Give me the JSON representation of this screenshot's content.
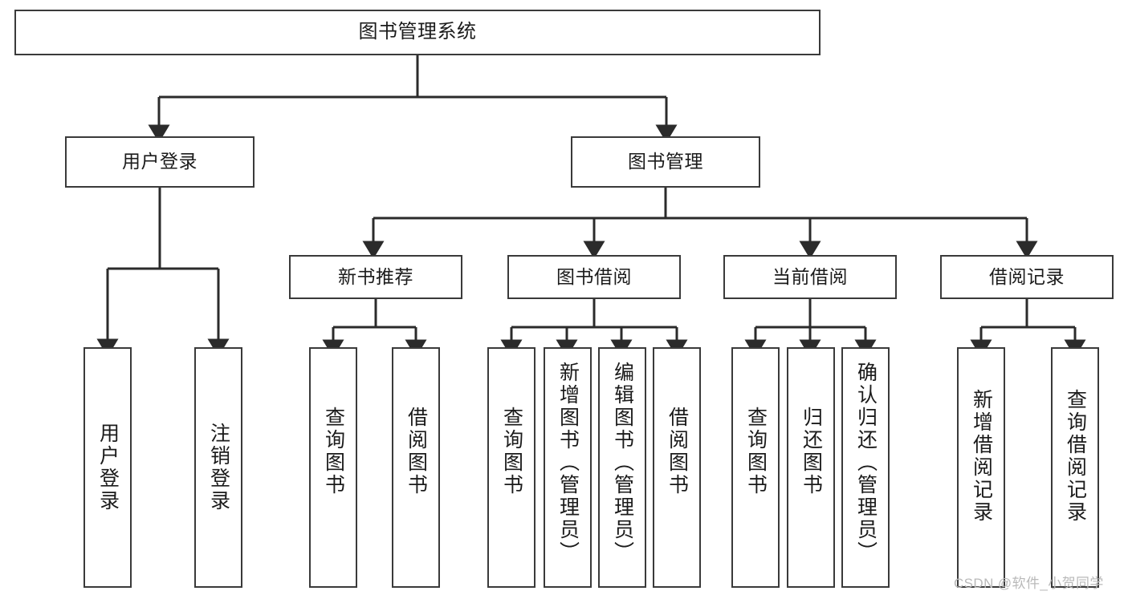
{
  "diagram": {
    "title": "图书管理系统",
    "type": "hierarchy-tree",
    "orientation": "top-down",
    "watermark": "CSDN @软件_小贺同学",
    "colors": {
      "background": "#ffffff",
      "box_border": "#3a3a3a",
      "connector": "#2b2b2b",
      "text": "#1b1b1b",
      "watermark": "#b9b9b9"
    },
    "root": {
      "label": "图书管理系统"
    },
    "level2": [
      {
        "label": "用户登录"
      },
      {
        "label": "图书管理"
      }
    ],
    "level3": [
      {
        "label": "新书推荐"
      },
      {
        "label": "图书借阅"
      },
      {
        "label": "当前借阅"
      },
      {
        "label": "借阅记录"
      }
    ],
    "leaves": {
      "user_login": [
        {
          "label": "用户登录"
        },
        {
          "label": "注销登录"
        }
      ],
      "new_book_recommend": [
        {
          "label": "查询图书"
        },
        {
          "label": "借阅图书"
        }
      ],
      "book_borrow": [
        {
          "label": "查询图书"
        },
        {
          "label": "新增图书（管理员）"
        },
        {
          "label": "编辑图书（管理员）"
        },
        {
          "label": "借阅图书"
        }
      ],
      "current_borrow": [
        {
          "label": "查询图书"
        },
        {
          "label": "归还图书"
        },
        {
          "label": "确认归还（管理员）"
        }
      ],
      "borrow_record": [
        {
          "label": "新增借阅记录"
        },
        {
          "label": "查询借阅记录"
        }
      ]
    }
  }
}
